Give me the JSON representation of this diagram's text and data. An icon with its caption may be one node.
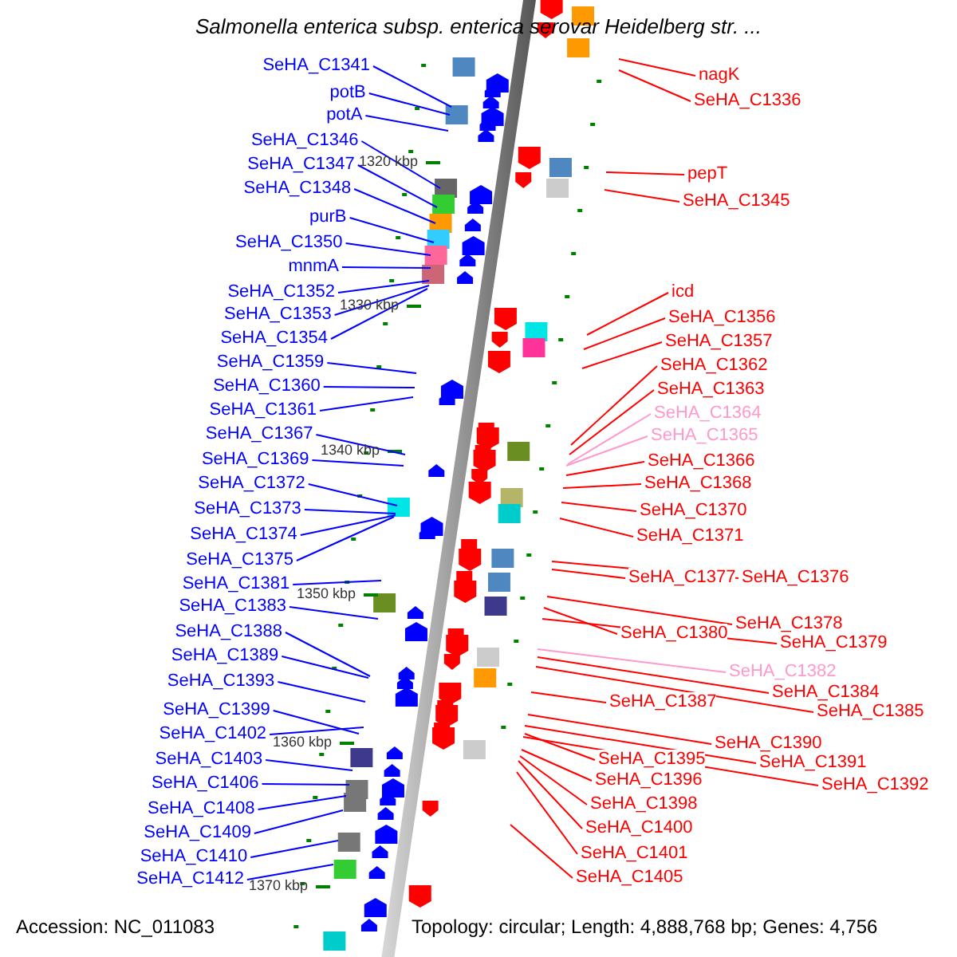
{
  "diagram": {
    "title": "Salmonella enterica subsp. enterica serovar Heidelberg str. ...",
    "nodes": [
      {
        "text": [
          "SeHA_C1341"
        ]
      },
      {
        "text": [
          "potB"
        ]
      },
      {
        "text": [
          "potA"
        ]
      },
      {
        "text": [
          "SeHA_C1346"
        ]
      },
      {
        "text": [
          "SeHA_C1347"
        ]
      },
      {
        "text": [
          "SeHA_C1348"
        ]
      },
      {
        "text": [
          "purB"
        ]
      },
      {
        "text": [
          "SeHA_C1350"
        ]
      },
      {
        "text": [
          "mnmA"
        ]
      },
      {
        "text": [
          "SeHA_C1352"
        ]
      },
      {
        "text": [
          "SeHA_C1353"
        ]
      },
      {
        "text": [
          "SeHA_C1354"
        ]
      },
      {
        "text": [
          "SeHA_C1359"
        ]
      },
      {
        "text": [
          "SeHA_C1360"
        ]
      },
      {
        "text": [
          "SeHA_C1361"
        ]
      },
      {
        "text": [
          "SeHA_C1367"
        ]
      },
      {
        "text": [
          "SeHA_C1369"
        ]
      },
      {
        "text": [
          "SeHA_C1372"
        ]
      },
      {
        "text": [
          "SeHA_C1373"
        ]
      },
      {
        "text": [
          "SeHA_C1374"
        ]
      },
      {
        "text": [
          "SeHA_C1375"
        ]
      },
      {
        "text": [
          "SeHA_C1381"
        ]
      },
      {
        "text": [
          "SeHA_C1383"
        ]
      },
      {
        "text": [
          "SeHA_C1388"
        ]
      },
      {
        "text": [
          "SeHA_C1389"
        ]
      },
      {
        "text": [
          "SeHA_C1393"
        ]
      },
      {
        "text": [
          "SeHA_C1399"
        ]
      },
      {
        "text": [
          "SeHA_C1402"
        ]
      },
      {
        "text": [
          "SeHA_C1403"
        ]
      },
      {
        "text": [
          "SeHA_C1406"
        ]
      },
      {
        "text": [
          "SeHA_C1408"
        ]
      },
      {
        "text": [
          "SeHA_C1409"
        ]
      },
      {
        "text": [
          "SeHA_C1410"
        ]
      },
      {
        "text": [
          "SeHA_C1412"
        ]
      },
      {
        "text": [
          "nagK"
        ]
      },
      {
        "text": [
          "SeHA_C1336"
        ]
      },
      {
        "text": [
          "pepT"
        ]
      },
      {
        "text": [
          "SeHA_C1345"
        ]
      },
      {
        "text": [
          "icd"
        ]
      },
      {
        "text": [
          "SeHA_C1356"
        ]
      },
      {
        "text": [
          "SeHA_C1357"
        ]
      },
      {
        "text": [
          "SeHA_C1362"
        ]
      },
      {
        "text": [
          "SeHA_C1363"
        ]
      },
      {
        "text": [
          "SeHA_C1364"
        ]
      },
      {
        "text": [
          "SeHA_C1365"
        ]
      },
      {
        "text": [
          "SeHA_C1366"
        ]
      },
      {
        "text": [
          "SeHA_C1368"
        ]
      },
      {
        "text": [
          "SeHA_C1370"
        ]
      },
      {
        "text": [
          "SeHA_C1371"
        ]
      },
      {
        "text": [
          "SeHA_C1377"
        ]
      },
      {
        "text": [
          "SeHA_C1376"
        ]
      },
      {
        "text": [
          "SeHA_C1378"
        ]
      },
      {
        "text": [
          "SeHA_C1380"
        ]
      },
      {
        "text": [
          "SeHA_C1379"
        ]
      },
      {
        "text": [
          "SeHA_C1382"
        ]
      },
      {
        "text": [
          "SeHA_C1384"
        ]
      },
      {
        "text": [
          "SeHA_C1385"
        ]
      },
      {
        "text": [
          "SeHA_C1387"
        ]
      },
      {
        "text": [
          "SeHA_C1390"
        ]
      },
      {
        "text": [
          "SeHA_C1391"
        ]
      },
      {
        "text": [
          "SeHA_C1395"
        ]
      },
      {
        "text": [
          "SeHA_C1392"
        ]
      },
      {
        "text": [
          "SeHA_C1396"
        ]
      },
      {
        "text": [
          "SeHA_C1398"
        ]
      },
      {
        "text": [
          "SeHA_C1400"
        ]
      },
      {
        "text": [
          "SeHA_C1401"
        ]
      },
      {
        "text": [
          "SeHA_C1405"
        ]
      }
    ],
    "edges": [
      {
        "from": 0,
        "to": null,
        "arrow": "none"
      },
      {
        "from": 1,
        "to": null,
        "arrow": "none"
      },
      {
        "from": 2,
        "to": null,
        "arrow": "none"
      },
      {
        "from": 3,
        "to": null,
        "arrow": "none"
      },
      {
        "from": 4,
        "to": null,
        "arrow": "none"
      },
      {
        "from": 5,
        "to": null,
        "arrow": "none"
      },
      {
        "from": 6,
        "to": null,
        "arrow": "none"
      },
      {
        "from": 7,
        "to": null,
        "arrow": "none"
      },
      {
        "from": 8,
        "to": null,
        "arrow": "none"
      },
      {
        "from": 9,
        "to": null,
        "arrow": "none"
      },
      {
        "from": 10,
        "to": null,
        "arrow": "none"
      },
      {
        "from": 11,
        "to": null,
        "arrow": "none"
      },
      {
        "from": 12,
        "to": null,
        "arrow": "none"
      },
      {
        "from": 13,
        "to": null,
        "arrow": "none"
      },
      {
        "from": 14,
        "to": null,
        "arrow": "none"
      },
      {
        "from": 15,
        "to": null,
        "arrow": "none"
      },
      {
        "from": 16,
        "to": null,
        "arrow": "none"
      },
      {
        "from": 17,
        "to": null,
        "arrow": "none"
      },
      {
        "from": 18,
        "to": null,
        "arrow": "none"
      },
      {
        "from": 19,
        "to": null,
        "arrow": "none"
      },
      {
        "from": 20,
        "to": null,
        "arrow": "none"
      },
      {
        "from": 21,
        "to": null,
        "arrow": "none"
      },
      {
        "from": 22,
        "to": null,
        "arrow": "none"
      },
      {
        "from": 23,
        "to": null,
        "arrow": "none"
      },
      {
        "from": 24,
        "to": null,
        "arrow": "none"
      },
      {
        "from": 25,
        "to": null,
        "arrow": "none"
      },
      {
        "from": 26,
        "to": null,
        "arrow": "none"
      },
      {
        "from": 27,
        "to": null,
        "arrow": "none"
      },
      {
        "from": 28,
        "to": null,
        "arrow": "none"
      },
      {
        "from": 29,
        "to": null,
        "arrow": "none"
      },
      {
        "from": 30,
        "to": null,
        "arrow": "none"
      },
      {
        "from": 31,
        "to": null,
        "arrow": "none"
      },
      {
        "from": 32,
        "to": null,
        "arrow": "none"
      },
      {
        "from": 33,
        "to": null,
        "arrow": "none"
      },
      {
        "from": 34,
        "to": null,
        "arrow": "none",
        "color": "#ff0000"
      },
      {
        "from": 35,
        "to": null,
        "arrow": "none",
        "color": "#ff0000"
      },
      {
        "from": 36,
        "to": null,
        "arrow": "none",
        "color": "#ff0000"
      },
      {
        "from": 37,
        "to": null,
        "arrow": "none",
        "color": "#ff0000"
      },
      {
        "from": 38,
        "to": null,
        "arrow": "none",
        "color": "#ff0000"
      },
      {
        "from": 39,
        "to": null,
        "arrow": "none",
        "color": "#ff0000"
      },
      {
        "from": 40,
        "to": null,
        "arrow": "none",
        "color": "#ff0000"
      },
      {
        "from": 41,
        "to": null,
        "arrow": "none",
        "color": "#ff0000"
      },
      {
        "from": 42,
        "to": null,
        "arrow": "none",
        "color": "#ff0000"
      },
      {
        "from": 43,
        "to": null,
        "arrow": "none",
        "color": "#ff99cc"
      },
      {
        "from": 44,
        "to": null,
        "arrow": "none",
        "color": "#ff99cc"
      },
      {
        "from": 45,
        "to": null,
        "arrow": "none",
        "color": "#ff0000"
      },
      {
        "from": 46,
        "to": null,
        "arrow": "none",
        "color": "#ff0000"
      },
      {
        "from": 47,
        "to": null,
        "arrow": "none",
        "color": "#ff0000"
      },
      {
        "from": 48,
        "to": null,
        "arrow": "none",
        "color": "#ff0000"
      },
      {
        "from": 49,
        "to": null,
        "arrow": "none",
        "color": "#ff0000"
      },
      {
        "from": 50,
        "to": null,
        "arrow": "none",
        "color": "#ff0000"
      },
      {
        "from": 51,
        "to": null,
        "arrow": "none",
        "color": "#ff0000"
      },
      {
        "from": 52,
        "to": null,
        "arrow": "none",
        "color": "#ff0000"
      },
      {
        "from": 53,
        "to": null,
        "arrow": "none",
        "color": "#ff0000"
      },
      {
        "from": 54,
        "to": null,
        "arrow": "none",
        "color": "#ff99cc"
      },
      {
        "from": 55,
        "to": null,
        "arrow": "none",
        "color": "#ff0000"
      },
      {
        "from": 56,
        "to": null,
        "arrow": "none",
        "color": "#ff0000"
      },
      {
        "from": 57,
        "to": null,
        "arrow": "none",
        "color": "#ff0000"
      },
      {
        "from": 58,
        "to": null,
        "arrow": "none",
        "color": "#ff0000"
      },
      {
        "from": 59,
        "to": null,
        "arrow": "none",
        "color": "#ff0000"
      },
      {
        "from": 60,
        "to": null,
        "arrow": "none",
        "color": "#ff0000"
      },
      {
        "from": 61,
        "to": null,
        "arrow": "none",
        "color": "#ff0000"
      },
      {
        "from": 62,
        "to": null,
        "arrow": "none",
        "color": "#ff0000"
      },
      {
        "from": 63,
        "to": null,
        "arrow": "none",
        "color": "#ff0000"
      },
      {
        "from": 64,
        "to": null,
        "arrow": "none",
        "color": "#ff0000"
      },
      {
        "from": 65,
        "to": null,
        "arrow": "none",
        "color": "#ff0000"
      },
      {
        "from": 66,
        "to": null,
        "arrow": "none",
        "color": "#ff0000"
      }
    ],
    "labels": [
      "1320 kbp",
      "1330 kbp",
      "1340 kbp",
      "1350 kbp",
      "1360 kbp",
      "1370 kbp",
      "Accession: NC_011083",
      "Topology: circular; Length: 4,888,768 bp; Genes: 4,756"
    ]
  }
}
